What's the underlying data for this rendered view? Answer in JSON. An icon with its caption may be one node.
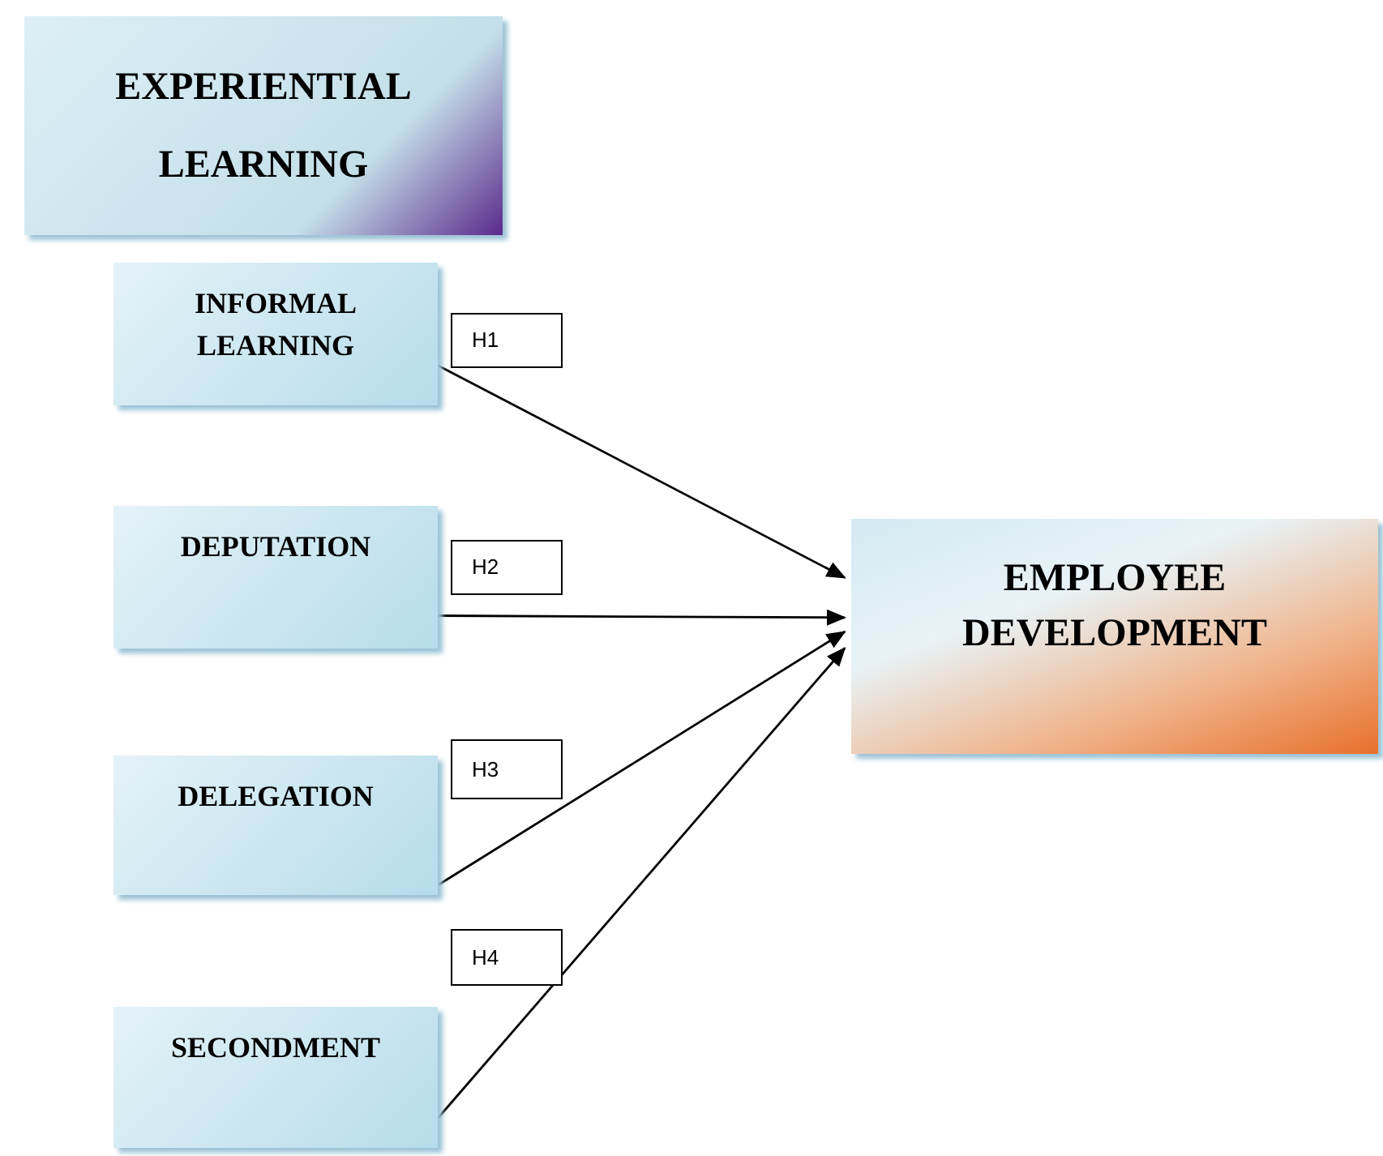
{
  "diagram": {
    "nodes": [
      {
        "text": [
          "EXPERIENTIAL LEARNING"
        ]
      },
      {
        "text": [
          "INFORMAL LEARNING"
        ]
      },
      {
        "text": [
          "DEPUTATION"
        ]
      },
      {
        "text": [
          "DELEGATION"
        ]
      },
      {
        "text": [
          "SECONDMENT"
        ]
      },
      {
        "text": [
          "EMPLOYEE DEVELOPMENT"
        ]
      },
      {
        "text": [
          "H1"
        ]
      },
      {
        "text": [
          "H2"
        ]
      },
      {
        "text": [
          "H3"
        ]
      },
      {
        "text": [
          "H4"
        ]
      }
    ],
    "edges": [
      {
        "from": 1,
        "to": 5,
        "arrow": "to"
      },
      {
        "from": 2,
        "to": 5,
        "arrow": "to"
      },
      {
        "from": 3,
        "to": 5,
        "arrow": "to"
      },
      {
        "from": 4,
        "to": 5,
        "arrow": "to"
      }
    ]
  }
}
